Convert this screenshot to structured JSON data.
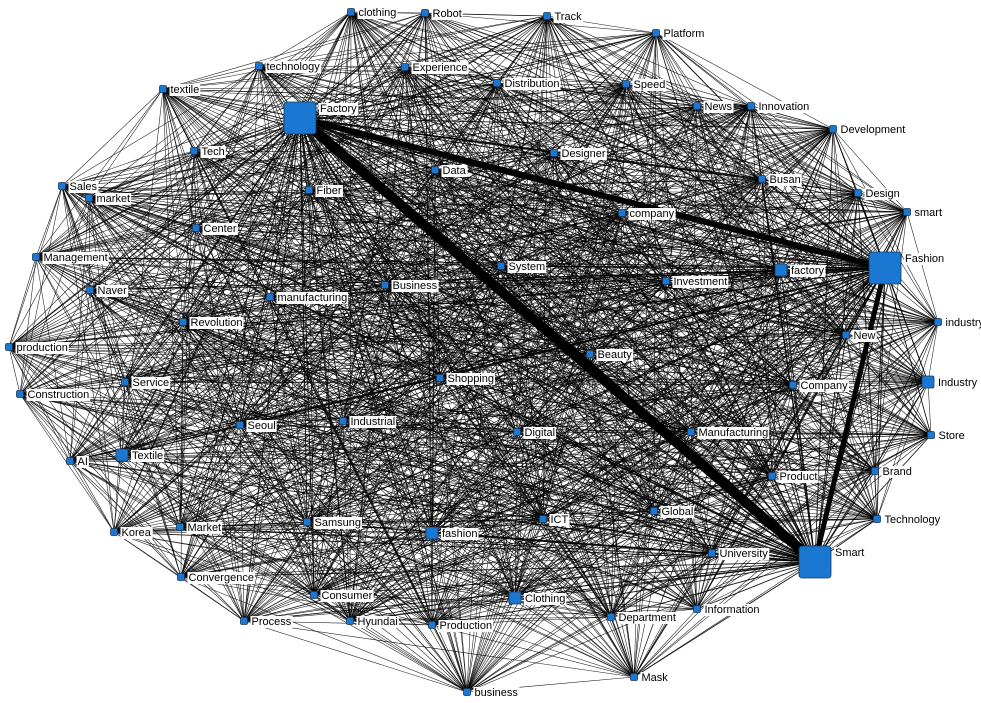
{
  "graph": {
    "node_color": "#1a78d2",
    "edge_color": "#000000",
    "background": "#ffffff",
    "nodes": [
      {
        "id": "clothing",
        "label": "clothing",
        "weight": 1
      },
      {
        "id": "Robot",
        "label": "Robot",
        "weight": 1
      },
      {
        "id": "Track",
        "label": "Track",
        "weight": 1
      },
      {
        "id": "Platform",
        "label": "Platform",
        "weight": 1
      },
      {
        "id": "technology",
        "label": "technology",
        "weight": 1
      },
      {
        "id": "Experience",
        "label": "Experience",
        "weight": 1
      },
      {
        "id": "Distribution",
        "label": "Distribution",
        "weight": 1
      },
      {
        "id": "Speed",
        "label": "Speed",
        "weight": 1
      },
      {
        "id": "textile",
        "label": "textile",
        "weight": 1
      },
      {
        "id": "Factory",
        "label": "Factory",
        "weight": 5
      },
      {
        "id": "News",
        "label": "News",
        "weight": 1
      },
      {
        "id": "Innovation",
        "label": "Innovation",
        "weight": 1
      },
      {
        "id": "Development",
        "label": "Development",
        "weight": 1
      },
      {
        "id": "Tech",
        "label": "Tech",
        "weight": 1
      },
      {
        "id": "Designer",
        "label": "Designer",
        "weight": 1
      },
      {
        "id": "Data",
        "label": "Data",
        "weight": 1
      },
      {
        "id": "Busan",
        "label": "Busan",
        "weight": 1
      },
      {
        "id": "Sales",
        "label": "Sales",
        "weight": 1
      },
      {
        "id": "Fiber",
        "label": "Fiber",
        "weight": 1
      },
      {
        "id": "Design",
        "label": "Design",
        "weight": 1
      },
      {
        "id": "market",
        "label": "market",
        "weight": 1
      },
      {
        "id": "company",
        "label": "company",
        "weight": 1
      },
      {
        "id": "smart",
        "label": "smart",
        "weight": 1
      },
      {
        "id": "Center",
        "label": "Center",
        "weight": 1
      },
      {
        "id": "Fashion",
        "label": "Fashion",
        "weight": 5
      },
      {
        "id": "Management",
        "label": "Management",
        "weight": 1
      },
      {
        "id": "System",
        "label": "System",
        "weight": 1
      },
      {
        "id": "factory",
        "label": "factory",
        "weight": 2
      },
      {
        "id": "Investment",
        "label": "Investment",
        "weight": 1
      },
      {
        "id": "Naver",
        "label": "Naver",
        "weight": 1
      },
      {
        "id": "Business",
        "label": "Business",
        "weight": 1
      },
      {
        "id": "manufacturing",
        "label": "manufacturing",
        "weight": 1
      },
      {
        "id": "industry",
        "label": "industry",
        "weight": 1
      },
      {
        "id": "Revolution",
        "label": "Revolution",
        "weight": 1
      },
      {
        "id": "New",
        "label": "New",
        "weight": 1
      },
      {
        "id": "production",
        "label": "production",
        "weight": 1
      },
      {
        "id": "Beauty",
        "label": "Beauty",
        "weight": 1
      },
      {
        "id": "Industry",
        "label": "Industry",
        "weight": 2
      },
      {
        "id": "Shopping",
        "label": "Shopping",
        "weight": 1
      },
      {
        "id": "Service",
        "label": "Service",
        "weight": 1
      },
      {
        "id": "Company",
        "label": "Company",
        "weight": 1
      },
      {
        "id": "Construction",
        "label": "Construction",
        "weight": 1
      },
      {
        "id": "Industrial",
        "label": "Industrial",
        "weight": 1
      },
      {
        "id": "Seoul",
        "label": "Seoul",
        "weight": 1
      },
      {
        "id": "Digital",
        "label": "Digital",
        "weight": 1
      },
      {
        "id": "Manufacturing",
        "label": "Manufacturing",
        "weight": 1
      },
      {
        "id": "Store",
        "label": "Store",
        "weight": 1
      },
      {
        "id": "AI",
        "label": "AI",
        "weight": 1
      },
      {
        "id": "Textile",
        "label": "Textile",
        "weight": 2
      },
      {
        "id": "Brand",
        "label": "Brand",
        "weight": 1
      },
      {
        "id": "Product",
        "label": "Product",
        "weight": 1
      },
      {
        "id": "Technology",
        "label": "Technology",
        "weight": 1
      },
      {
        "id": "Korea",
        "label": "Korea",
        "weight": 1
      },
      {
        "id": "Market",
        "label": "Market",
        "weight": 1
      },
      {
        "id": "Samsung",
        "label": "Samsung",
        "weight": 1
      },
      {
        "id": "fashion",
        "label": "fashion",
        "weight": 2
      },
      {
        "id": "ICT",
        "label": "ICT",
        "weight": 1
      },
      {
        "id": "Global",
        "label": "Global",
        "weight": 1
      },
      {
        "id": "Smart",
        "label": "Smart",
        "weight": 5
      },
      {
        "id": "University",
        "label": "University",
        "weight": 1
      },
      {
        "id": "Convergence",
        "label": "Convergence",
        "weight": 1
      },
      {
        "id": "Consumer",
        "label": "Consumer",
        "weight": 1
      },
      {
        "id": "Clothing",
        "label": "Clothing",
        "weight": 2
      },
      {
        "id": "Information",
        "label": "Information",
        "weight": 1
      },
      {
        "id": "Department",
        "label": "Department",
        "weight": 1
      },
      {
        "id": "Process",
        "label": "Process",
        "weight": 1
      },
      {
        "id": "Hyundai",
        "label": "Hyundai",
        "weight": 1
      },
      {
        "id": "Production",
        "label": "Production",
        "weight": 1
      },
      {
        "id": "Mask",
        "label": "Mask",
        "weight": 1
      },
      {
        "id": "business",
        "label": "business",
        "weight": 1
      }
    ],
    "strong_edges": [
      {
        "source": "Factory",
        "target": "Smart",
        "weight": 10
      },
      {
        "source": "Factory",
        "target": "Fashion",
        "weight": 6
      },
      {
        "source": "Fashion",
        "target": "Smart",
        "weight": 5
      }
    ]
  }
}
